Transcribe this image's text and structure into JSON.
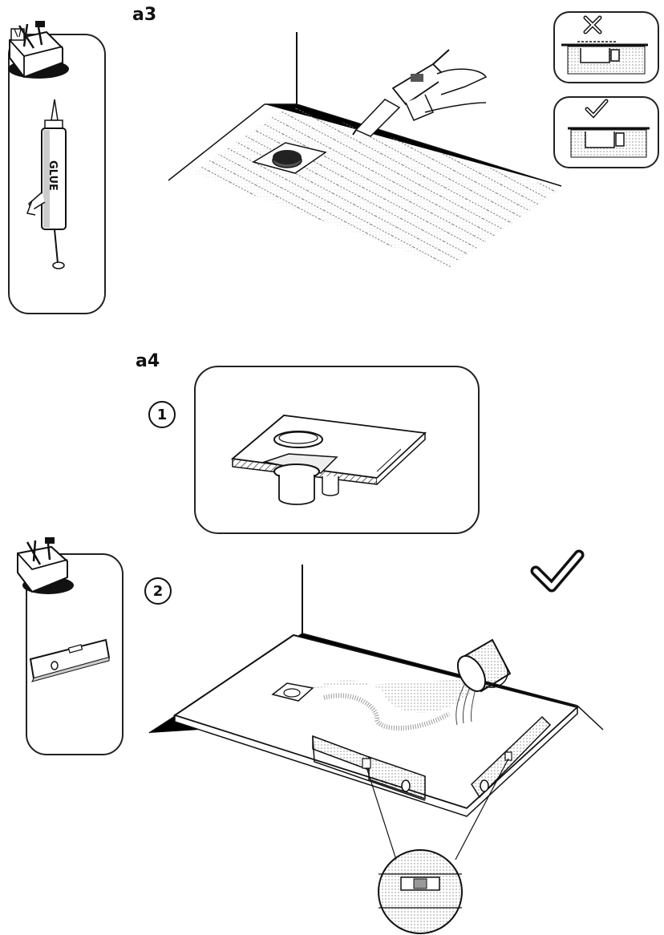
{
  "steps": {
    "a3": "a3",
    "a4": "a4"
  },
  "substeps": {
    "one": "1",
    "two": "2"
  },
  "tube_label": "GLUE",
  "icons": {
    "toolbox": "toolbox-icon",
    "glue_gun": "glue-gun-icon",
    "spirit_level": "spirit-level-icon",
    "check": "check-icon",
    "cross": "cross-icon"
  }
}
